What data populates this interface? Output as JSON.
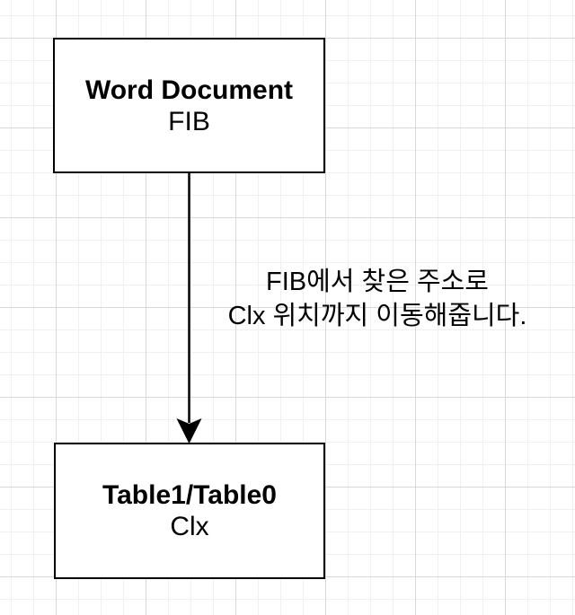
{
  "diagram": {
    "nodes": [
      {
        "id": "word-document",
        "title": "Word Document",
        "subtitle": "FIB"
      },
      {
        "id": "table1-table0",
        "title": "Table1/Table0",
        "subtitle": "Clx"
      }
    ],
    "edge": {
      "from": "word-document",
      "to": "table1-table0",
      "direction": "down",
      "label_line1": "FIB에서 찾은 주소로",
      "label_line2": "Clx 위치까지 이동해줍니다."
    },
    "colors": {
      "canvas_bg": "#ffffff",
      "grid_minor": "#f0f0f0",
      "grid_major": "#d8d8d8",
      "node_fill": "#ffffff",
      "node_border": "#000000",
      "text": "#000000",
      "arrow": "#000000"
    }
  }
}
